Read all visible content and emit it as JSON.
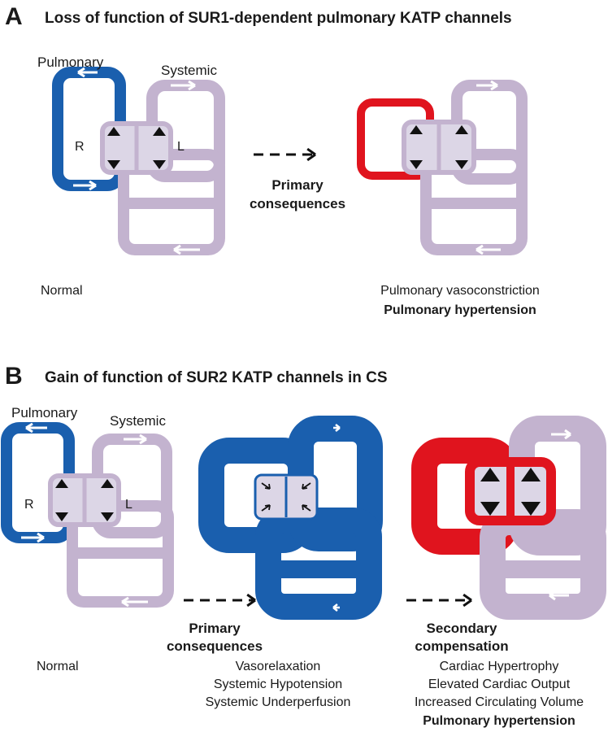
{
  "panel_a": {
    "letter": "A",
    "title": "Loss of function of SUR1-dependent pulmonary KATP channels",
    "pulmonary_label": "Pulmonary",
    "systemic_label": "Systemic",
    "right_label": "R",
    "left_label": "L",
    "arrow_caption": [
      "Primary",
      "consequences"
    ],
    "normal_caption": "Normal",
    "result_caption": [
      "Pulmonary vasoconstriction",
      "Pulmonary hypertension"
    ]
  },
  "panel_b": {
    "letter": "B",
    "title": "Gain of function of SUR2 KATP channels in CS",
    "pulmonary_label": "Pulmonary",
    "systemic_label": "Systemic",
    "right_label": "R",
    "left_label": "L",
    "arrow1_caption": [
      "Primary",
      "consequences"
    ],
    "arrow2_caption": [
      "Secondary",
      "compensation"
    ],
    "normal_caption": "Normal",
    "primary_caption": [
      "Vasorelaxation",
      "Systemic Hypotension",
      "Systemic Underperfusion"
    ],
    "secondary_caption": [
      "Cardiac Hypertrophy",
      "Elevated Cardiac Output",
      "Increased Circulating Volume",
      "Pulmonary hypertension"
    ]
  },
  "colors": {
    "pulmonary_blue": "#1a5fae",
    "systemic_lilac": "#c3b3cf",
    "hypertension_red": "#e0141e",
    "heart_fill": "#dcd6e6",
    "arrow_black": "#111111"
  }
}
